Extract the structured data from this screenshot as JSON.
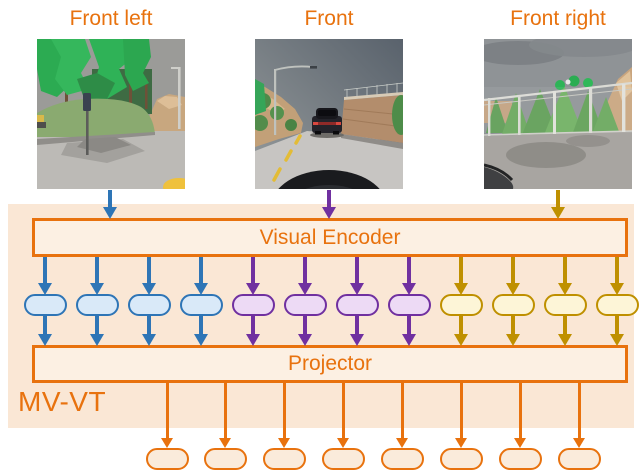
{
  "cameras": [
    {
      "label": "Front left",
      "color": "#2E75B6",
      "token_fill": "#D9E9F8"
    },
    {
      "label": "Front",
      "color": "#7030A0",
      "token_fill": "#EDDAF5"
    },
    {
      "label": "Front right",
      "color": "#BF9000",
      "token_fill": "#FDF5D7"
    }
  ],
  "module": {
    "name": "MV-VT",
    "encoder_label": "Visual Encoder",
    "projector_label": "Projector",
    "accent_color": "#E8720E",
    "panel_color": "#FAE7D5",
    "box_fill": "#FCF0E3"
  },
  "visual_tokens": {
    "per_view": 4,
    "total": 12
  },
  "output_tokens": {
    "count": 8,
    "color": "#E8720E",
    "fill": "#FAEBDB"
  }
}
